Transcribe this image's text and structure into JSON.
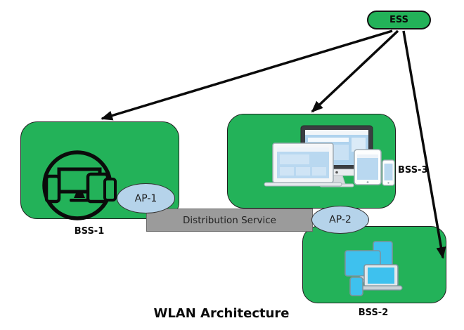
{
  "diagram_title": "WLAN Architecture",
  "nodes": {
    "ess": {
      "label": "ESS",
      "shape": "pill",
      "fill": "#23B259"
    },
    "bss1": {
      "label": "BSS-1",
      "shape": "rounded-rect",
      "fill": "#23B259",
      "icon": "responsive-devices-icon"
    },
    "bss3": {
      "label": "BSS-3",
      "shape": "rounded-rect",
      "fill": "#23B259",
      "icon": "multi-device-icon"
    },
    "bss2": {
      "label": "BSS-2",
      "shape": "rounded-rect",
      "fill": "#23B259",
      "icon": "device-cluster-icon"
    },
    "ap1": {
      "label": "AP-1",
      "shape": "ellipse",
      "fill": "#B5D3EA"
    },
    "ap2": {
      "label": "AP-2",
      "shape": "ellipse",
      "fill": "#B5D3EA"
    },
    "distribution_service": {
      "label": "Distribution Service",
      "shape": "rect",
      "fill": "#9B9B9B"
    }
  },
  "edges": [
    {
      "from": "ESS",
      "to": "BSS-1",
      "style": "arrow"
    },
    {
      "from": "ESS",
      "to": "BSS-3",
      "style": "arrow"
    },
    {
      "from": "ESS",
      "to": "BSS-2",
      "style": "arrow"
    }
  ],
  "icons": {
    "responsive-devices-icon": "black outlined circle with monitor, phone and tablet glyphs",
    "multi-device-icon": "desktop monitor, laptop, tablet and phone illustrations",
    "device-cluster-icon": "cyan monitor, tablet, laptop and phone cluster"
  },
  "colors": {
    "node_green": "#23B259",
    "ap_blue": "#B5D3EA",
    "bar_gray": "#9B9B9B",
    "arrow_black": "#0b0b0b",
    "device_cyan": "#3EC1EE",
    "screen_blue": "#B9D8F0",
    "background": "#FFFFFF"
  }
}
